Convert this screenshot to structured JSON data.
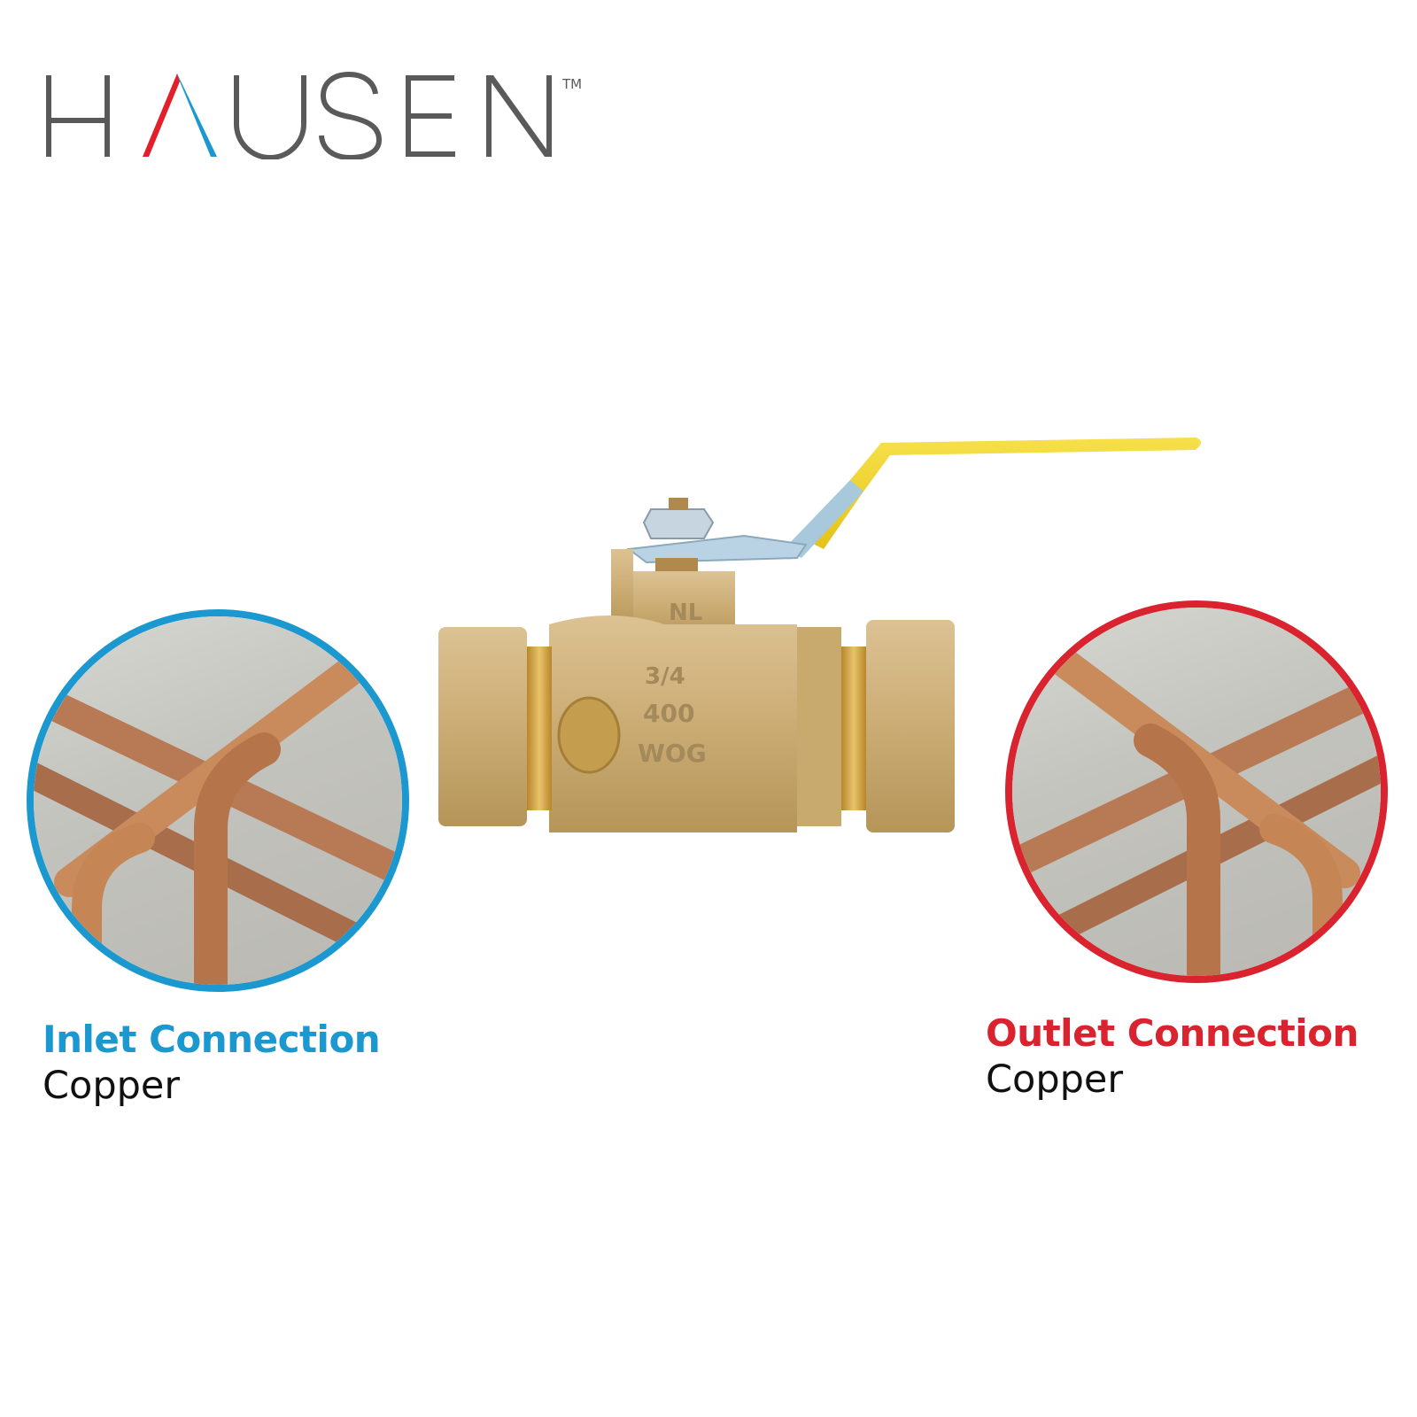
{
  "brand": {
    "name": "HAUSEN",
    "trademark": "™",
    "text_color": "#5a5a5a",
    "accent_red": "#e21f2a",
    "accent_blue": "#1b98cf"
  },
  "product": {
    "type": "ball-valve",
    "markings": [
      "NL",
      "3/4",
      "400",
      "WOG"
    ],
    "handle_color": "#f2d21e",
    "body_color": "#c8a96e"
  },
  "connections": {
    "inlet": {
      "title": "Inlet Connection",
      "value": "Copper",
      "color": "#1b98cf"
    },
    "outlet": {
      "title": "Outlet Connection",
      "value": "Copper",
      "color": "#d9232e"
    }
  }
}
